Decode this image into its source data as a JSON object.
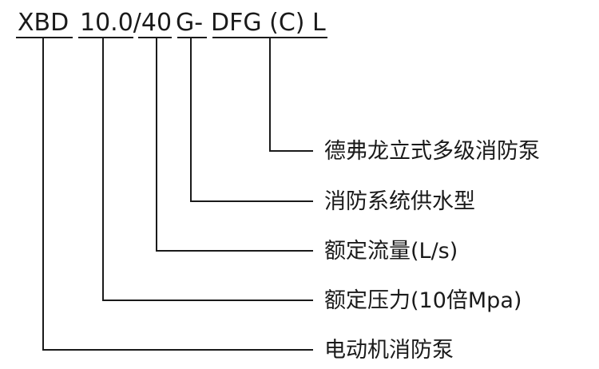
{
  "code": {
    "segments": [
      {
        "id": "xbd",
        "text": "XBD"
      },
      {
        "id": "pressure",
        "text": "10.0/40"
      },
      {
        "id": "supply",
        "text": "G-"
      },
      {
        "id": "model",
        "text": "DFG (C) L"
      }
    ]
  },
  "labels": [
    {
      "id": "model",
      "text": "德弗龙立式多级消防泵"
    },
    {
      "id": "supply",
      "text": "消防系统供水型"
    },
    {
      "id": "flow",
      "text": "额定流量(L/s)"
    },
    {
      "id": "pressure",
      "text": "额定压力(10倍Mpa)"
    },
    {
      "id": "motor",
      "text": "电动机消防泵"
    }
  ]
}
